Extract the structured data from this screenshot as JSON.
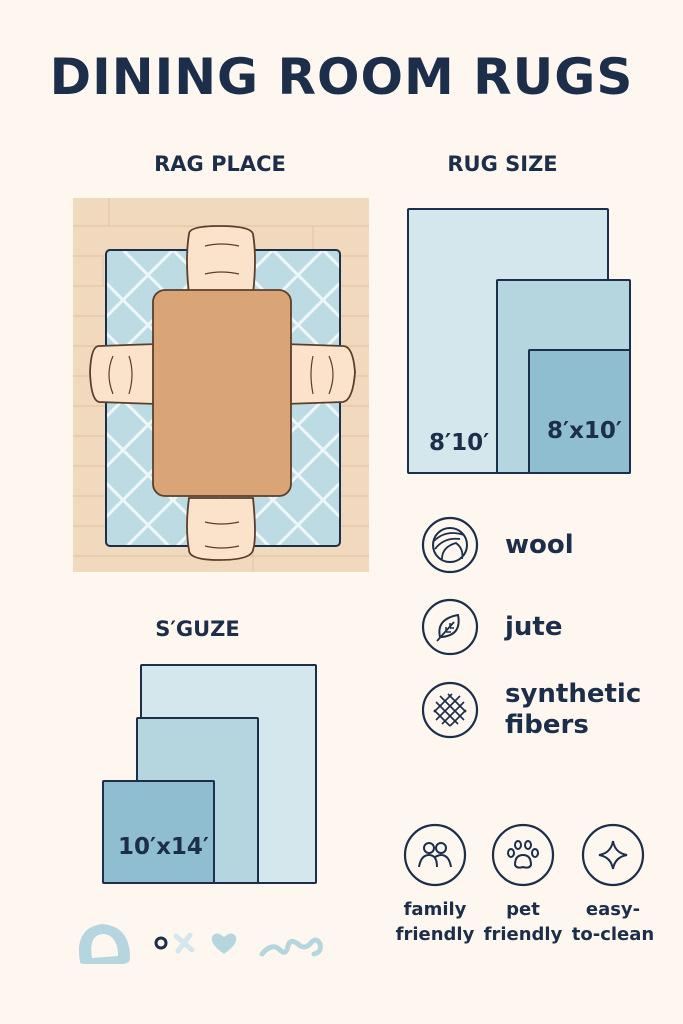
{
  "title": "DINING ROOM RUGS",
  "sections": {
    "placement": {
      "label": "RAG PLACE"
    },
    "rug_size": {
      "label": "RUG SIZE",
      "sizes": [
        {
          "label": "8′10′"
        },
        {
          "label": ""
        },
        {
          "label": "8′x10′"
        }
      ]
    },
    "size_guide": {
      "label": "S′GUZE",
      "sizes": [
        {
          "label": ""
        },
        {
          "label": ""
        },
        {
          "label": "10′x14′"
        }
      ]
    },
    "materials": [
      {
        "icon": "yarn-ball-icon",
        "label": "wool"
      },
      {
        "icon": "leaf-icon",
        "label": "jute"
      },
      {
        "icon": "woven-fiber-icon",
        "label": "synthetic\nfibers",
        "lines": [
          "synthetic",
          "fibers"
        ]
      }
    ],
    "features": [
      {
        "icon": "people-icon",
        "lines": [
          "family",
          "friendly"
        ]
      },
      {
        "icon": "paw-icon",
        "lines": [
          "pet",
          "friendly"
        ]
      },
      {
        "icon": "sparkle-icon",
        "lines": [
          "easy-",
          "to-clean"
        ]
      }
    ]
  },
  "colors": {
    "background": "#fdf7ef",
    "navy": "#1c2e4a",
    "floor": "#f1d9bd",
    "rug": "#bcdbe3",
    "table": "#d9a476",
    "chair": "#fbe3cb",
    "size_light": "#d3e7ec",
    "size_mid": "#b5d5df",
    "size_dark": "#8fbed0"
  }
}
